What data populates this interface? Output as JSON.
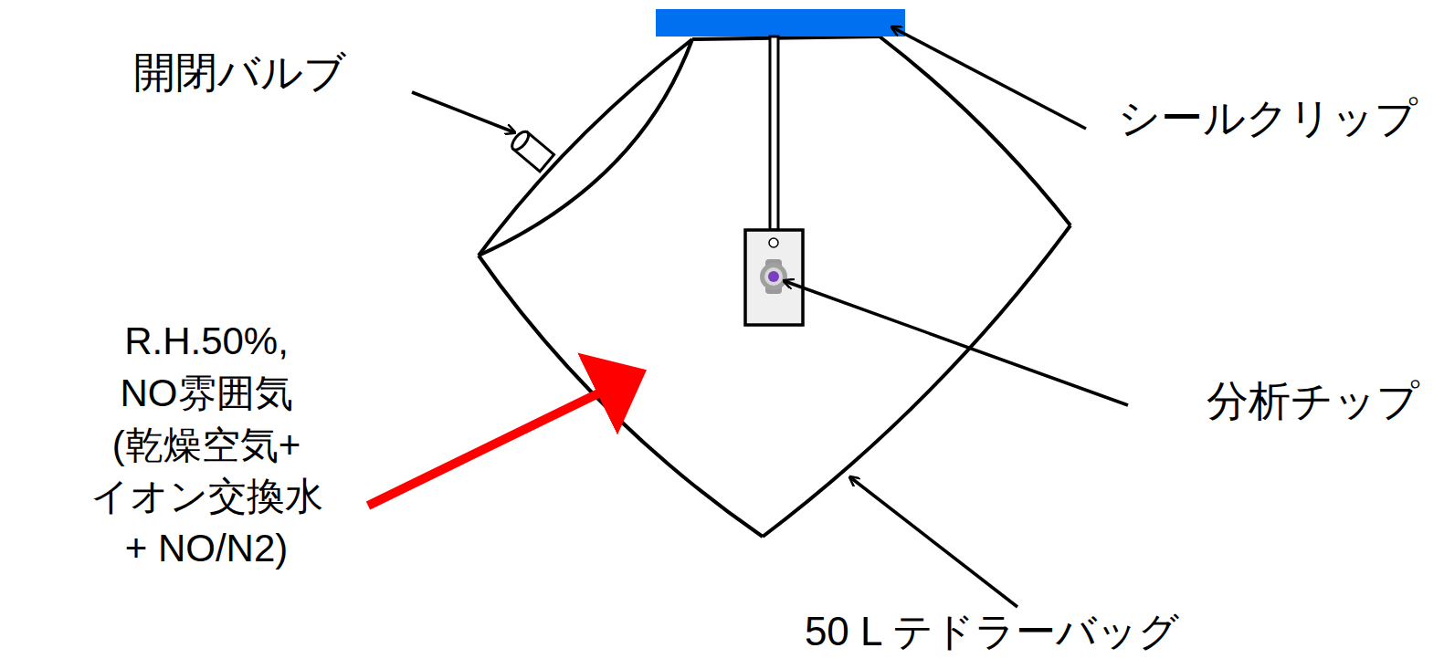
{
  "diagram": {
    "labels": [
      "開閉バルブ",
      "シールクリップ",
      "R.H.50%, NO雰囲気 (乾燥空気+ イオン交換水+ NO/N2)",
      "分析チップ",
      "50 L テドラーバッグ"
    ]
  }
}
